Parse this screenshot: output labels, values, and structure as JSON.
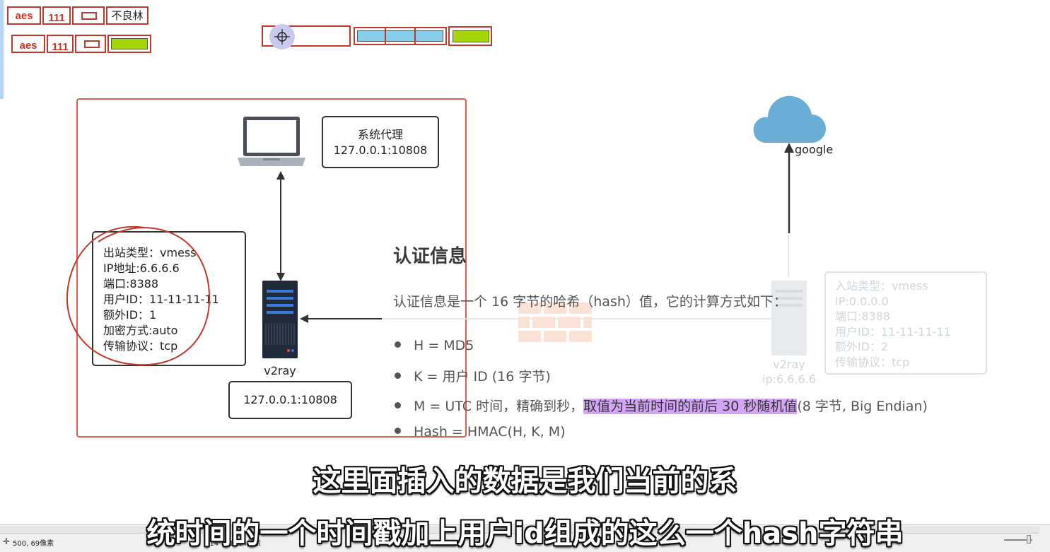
{
  "toolbar": {
    "row1": {
      "aes": "aes",
      "num": "111",
      "name": "不良林"
    },
    "row2": {
      "aes": "aes",
      "num": "111"
    }
  },
  "diagram": {
    "system_proxy": {
      "title": "系统代理",
      "addr": "127.0.0.1:10808"
    },
    "outbound": {
      "lines": [
        "出站类型：vmess",
        "IP地址:6.6.6.6",
        "端口:8388",
        "用户ID：11-11-11-11",
        "额外ID：1",
        "加密方式:auto",
        "传输协议：tcp"
      ]
    },
    "client_server_label": "v2ray",
    "client_addr": "127.0.0.1:10808",
    "google_label": "google",
    "remote_server_label": "v2ray",
    "remote_server_ip": "ip:6.6.6.6",
    "inbound": {
      "lines": [
        "入站类型：vmess",
        "IP:0.0.0.0",
        "端口:8388",
        "用户ID：11-11-11-11",
        "额外ID：2",
        "传输协议：tcp"
      ]
    }
  },
  "overlay": {
    "title": "认证信息",
    "intro": "认证信息是一个 16 字节的哈希（hash）值，它的计算方式如下：",
    "bullets": {
      "h": "H = MD5",
      "k": "K = 用户 ID (16 字节)",
      "m_pre": "M = UTC 时间，精确到秒，",
      "m_hl": "取值为当前时间的前后 30 秒随机值",
      "m_post": "(8 字节, Big Endian)",
      "hash": "Hash = HMAC(H, K, M)"
    }
  },
  "subtitles": {
    "line1": "这里面插入的数据是我们当前的系",
    "line2": "统时间的一个时间戳加上用户id组成的这么一个hash字符串"
  },
  "statusbar": {
    "coords": "500, 69像素",
    "size": "914 × 1004像素"
  },
  "colors": {
    "accent_red": "#c0392b",
    "cloud_blue": "#6aaed6",
    "fill_lightblue": "#87ceeb",
    "fill_green": "#a6d608",
    "highlight_purple": "#d4a5f7"
  }
}
